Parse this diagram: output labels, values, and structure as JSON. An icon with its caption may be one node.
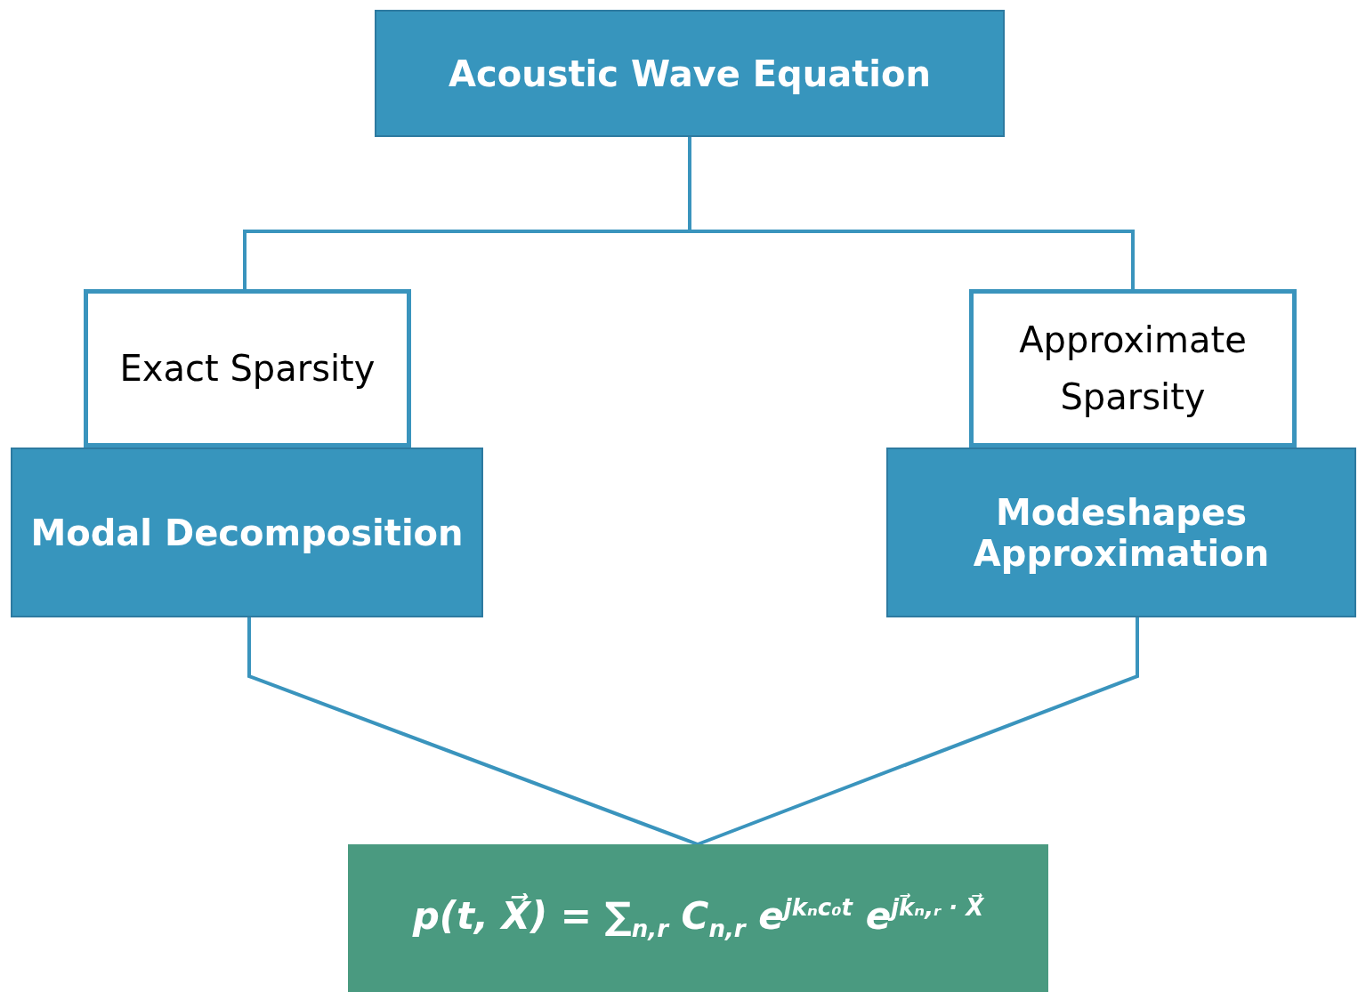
{
  "diagram": {
    "nodes": [
      {
        "text": [
          "Acoustic Wave Equation"
        ]
      },
      {
        "text": [
          "Exact Sparsity"
        ]
      },
      {
        "text": [
          "Modal Decomposition"
        ]
      },
      {
        "text": [
          "Approximate Sparsity"
        ]
      },
      {
        "text": [
          "Modeshapes Approximation"
        ]
      },
      {
        "text": [
          "p(t, X⃗) = ∑$_{n,r}$ C$_{n,r}$ e$^{jkₙc₀t}$ e$^{jk⃗ₙ,ᵣ · X⃗}$"
        ]
      }
    ],
    "edges": [
      {
        "from": 0,
        "to": 1,
        "arrow": "none"
      },
      {
        "from": 0,
        "to": 3,
        "arrow": "none"
      },
      {
        "from": 2,
        "to": 5,
        "arrow": "none"
      },
      {
        "from": 4,
        "to": 5,
        "arrow": "none"
      }
    ]
  }
}
